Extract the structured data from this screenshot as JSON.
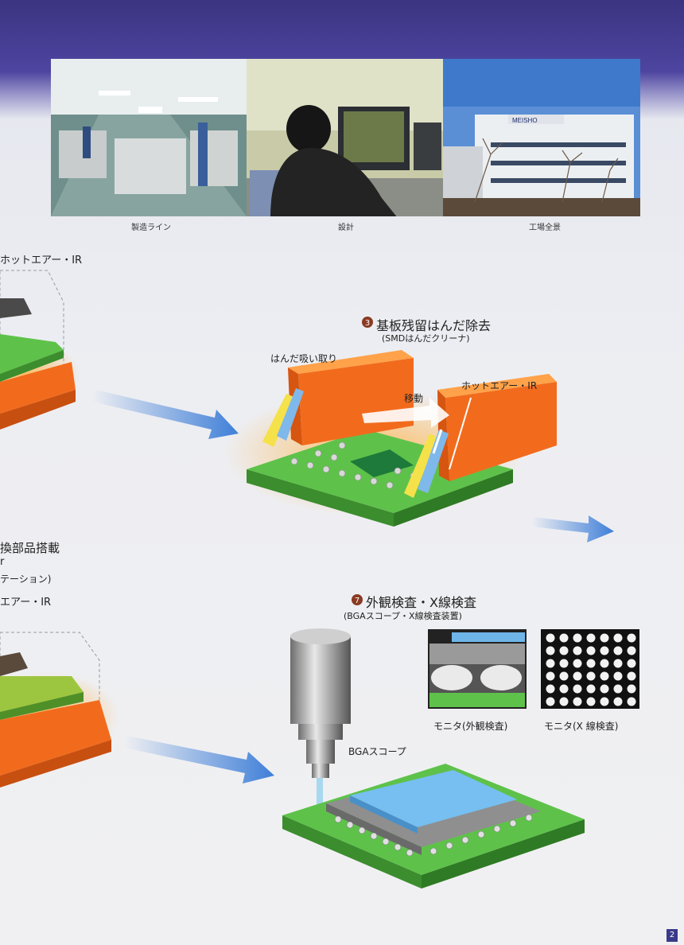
{
  "photos": [
    {
      "caption": "製造ライン",
      "scene": "factory-line"
    },
    {
      "caption": "設計",
      "scene": "design-office"
    },
    {
      "caption": "工場全景",
      "scene": "factory-exterior"
    }
  ],
  "building_sign": "MEISHO",
  "step3": {
    "number": "3",
    "title": "基板残留はんだ除去",
    "subtitle": "(SMDはんだクリーナ)",
    "label_left": "はんだ吸い取り",
    "label_move": "移動",
    "label_right": "ホットエアー・IR"
  },
  "left_top_label": "ホットエアー・IR",
  "left_mid": {
    "line1": "換部品搭載",
    "line2": "r",
    "line3": "テーション)",
    "line4": "エアー・IR"
  },
  "step7": {
    "number": "7",
    "title": "外観検査・X線検査",
    "subtitle": "(BGAスコープ・X線検査装置)",
    "scope_label": "BGAスコープ",
    "monitor1": "モニタ(外観検査)",
    "monitor2": "モニタ(X 線検査)"
  },
  "page_number": "2",
  "colors": {
    "accent_orange": "#f26b1d",
    "board_green": "#5ec24a",
    "arrow_blue": "#3f7fd8",
    "chip_blue": "#6fb6e8"
  }
}
